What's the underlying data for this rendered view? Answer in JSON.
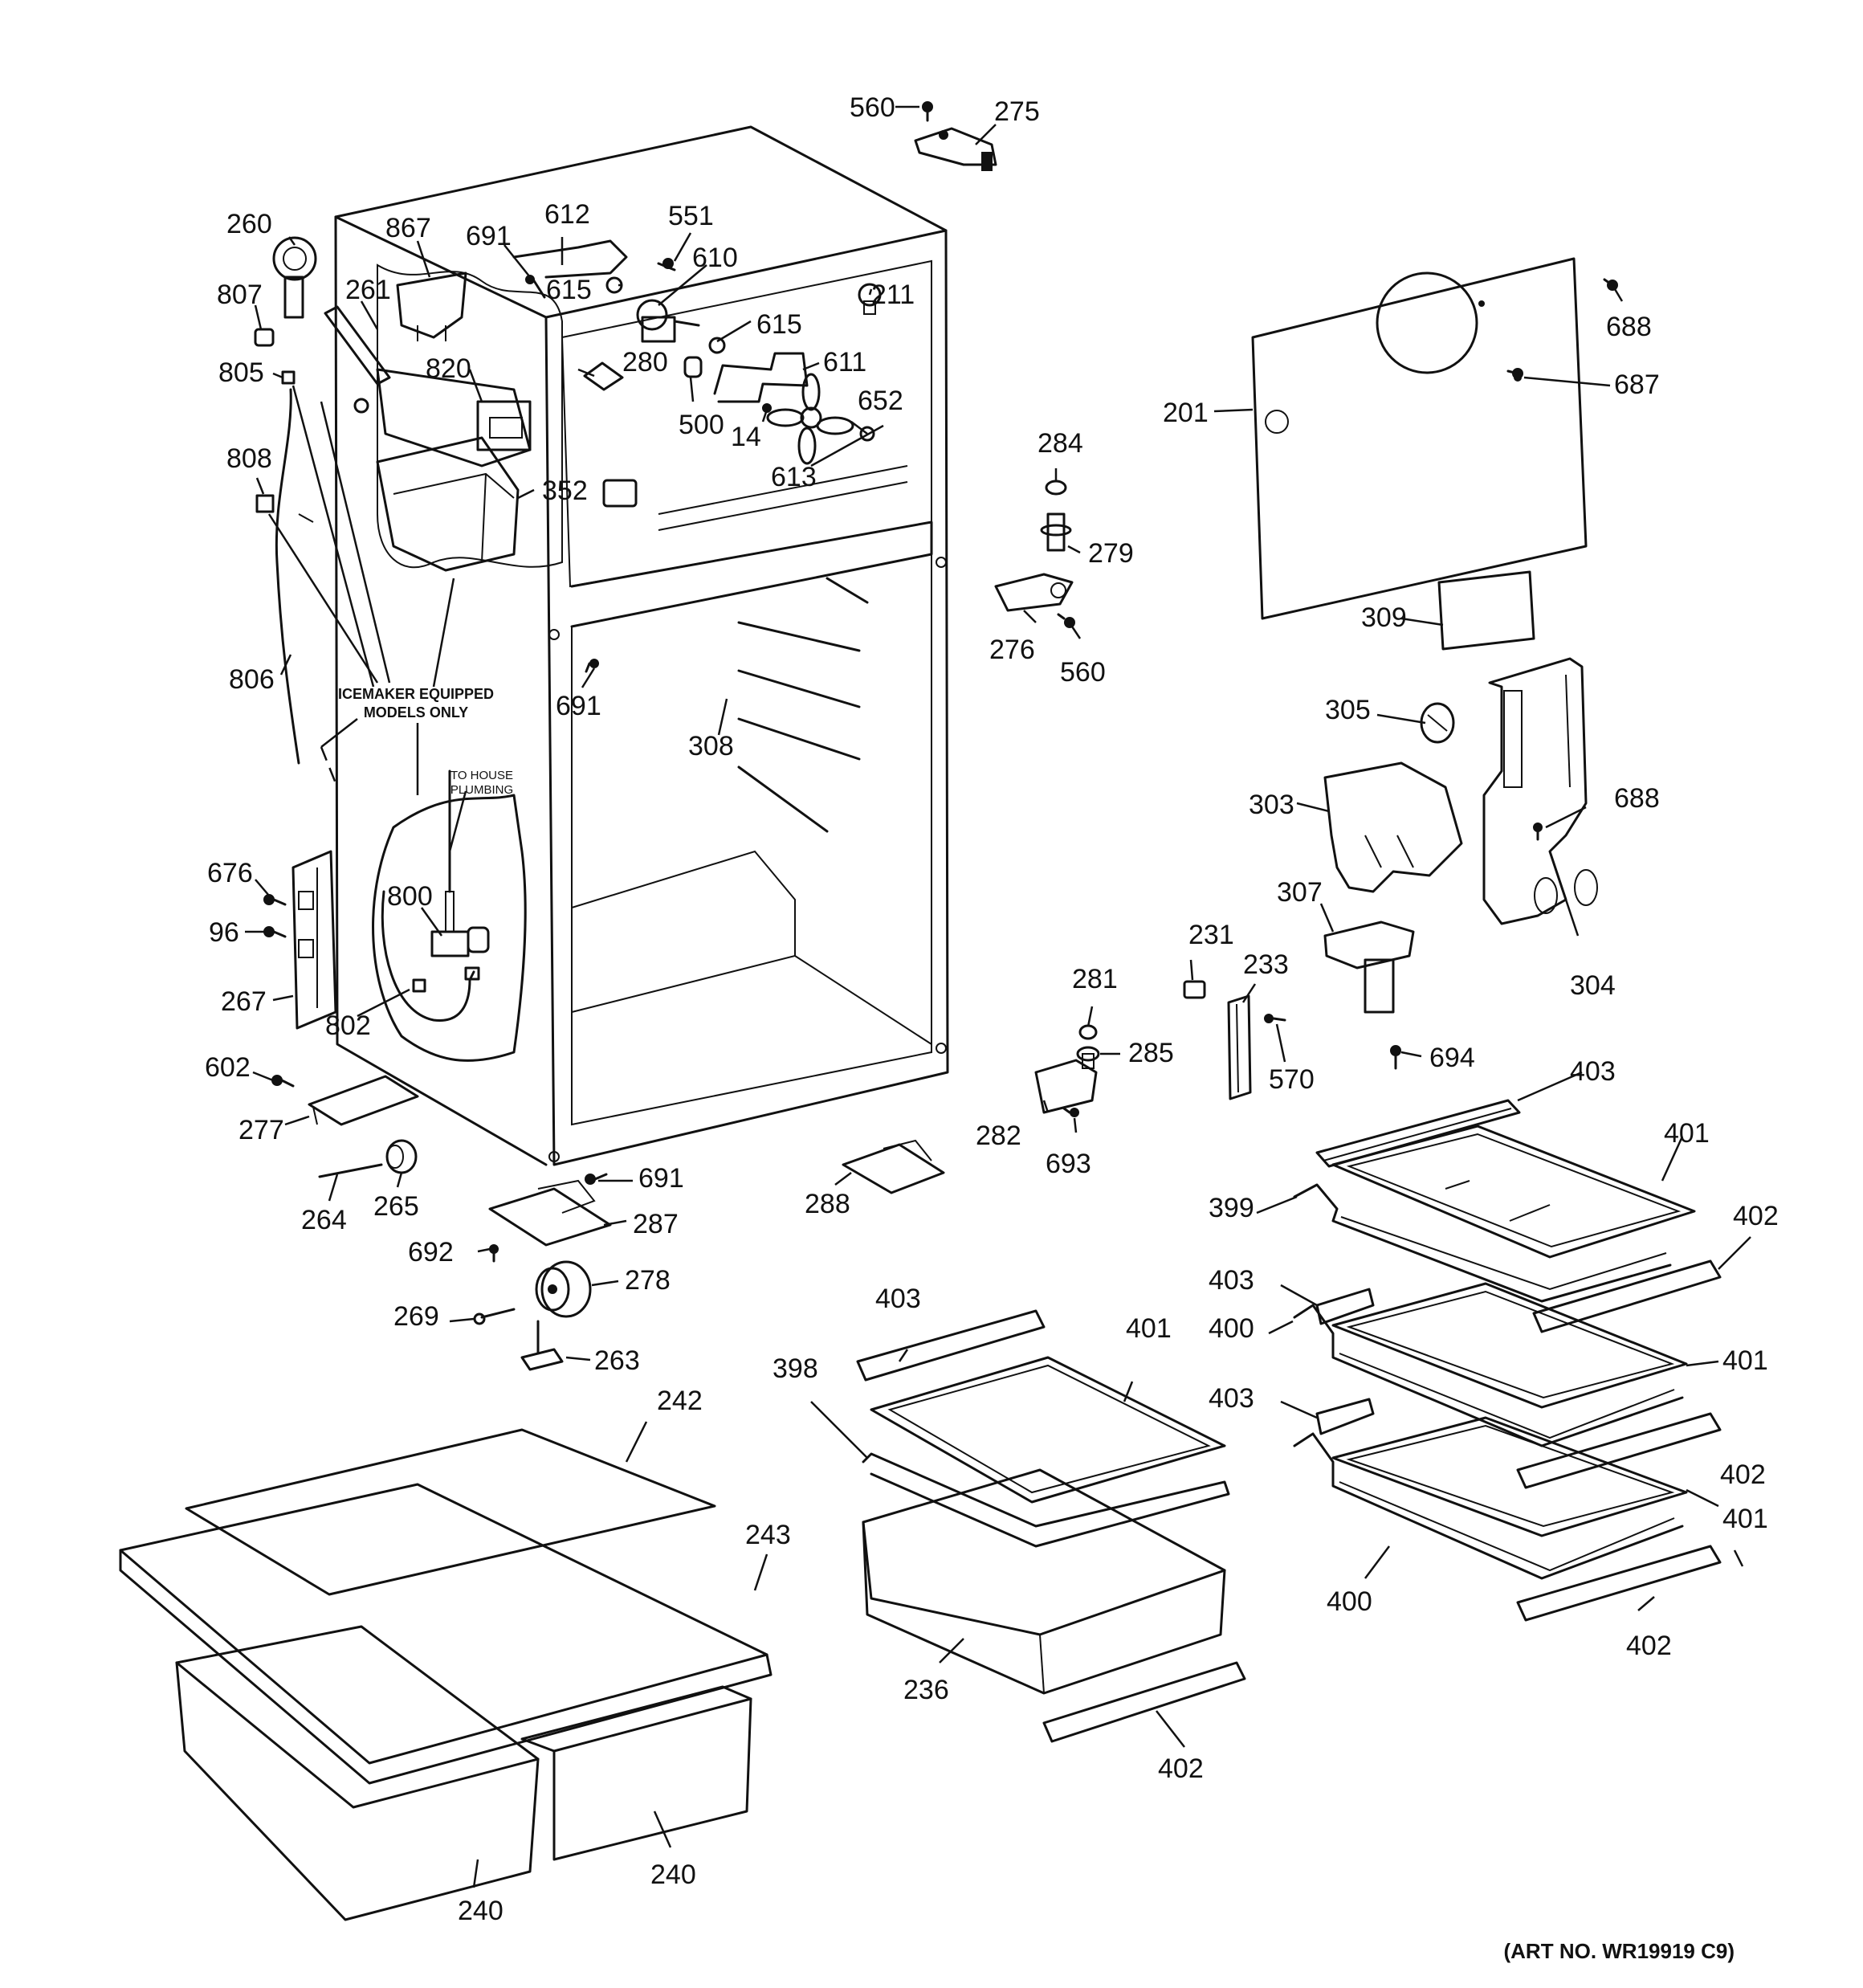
{
  "notes": {
    "icemaker_line1": "ICEMAKER EQUIPPED",
    "icemaker_line2": "MODELS ONLY",
    "plumbing_line1": "TO HOUSE",
    "plumbing_line2": "PLUMBING"
  },
  "art_number": "(ART NO. WR19919 C9)",
  "parts": {
    "p560a": "560",
    "p275": "275",
    "p260": "260",
    "p867": "867",
    "p691a": "691",
    "p612": "612",
    "p551": "551",
    "p610": "610",
    "p807": "807",
    "p261": "261",
    "p615a": "615",
    "p615b": "615",
    "p211": "211",
    "p688a": "688",
    "p805": "805",
    "p820": "820",
    "p280": "280",
    "p611": "611",
    "p687": "687",
    "p652": "652",
    "p201": "201",
    "p500": "500",
    "p14": "14",
    "p284": "284",
    "p808": "808",
    "p352": "352",
    "p613": "613",
    "p279": "279",
    "p309": "309",
    "p276": "276",
    "p560b": "560",
    "p806": "806",
    "p691b": "691",
    "p305": "305",
    "p308": "308",
    "p303": "303",
    "p688b": "688",
    "p676": "676",
    "p800": "800",
    "p307": "307",
    "p96": "96",
    "p231": "231",
    "p233": "233",
    "p281": "281",
    "p304": "304",
    "p267": "267",
    "p285": "285",
    "p802": "802",
    "p694": "694",
    "p570": "570",
    "p602": "602",
    "p403a": "403",
    "p282": "282",
    "p401a": "401",
    "p277": "277",
    "p693": "693",
    "p691c": "691",
    "p399": "399",
    "p402a": "402",
    "p264": "264",
    "p265": "265",
    "p288": "288",
    "p287": "287",
    "p692": "692",
    "p403b": "403",
    "p278": "278",
    "p269": "269",
    "p403c": "403",
    "p400a": "400",
    "p401b": "401",
    "p263": "263",
    "p398": "398",
    "p401c": "401",
    "p242": "242",
    "p403d": "403",
    "p402b": "402",
    "p401d": "401",
    "p243": "243",
    "p236": "236",
    "p400b": "400",
    "p402c": "402",
    "p402d": "402",
    "p240a": "240",
    "p240b": "240"
  }
}
